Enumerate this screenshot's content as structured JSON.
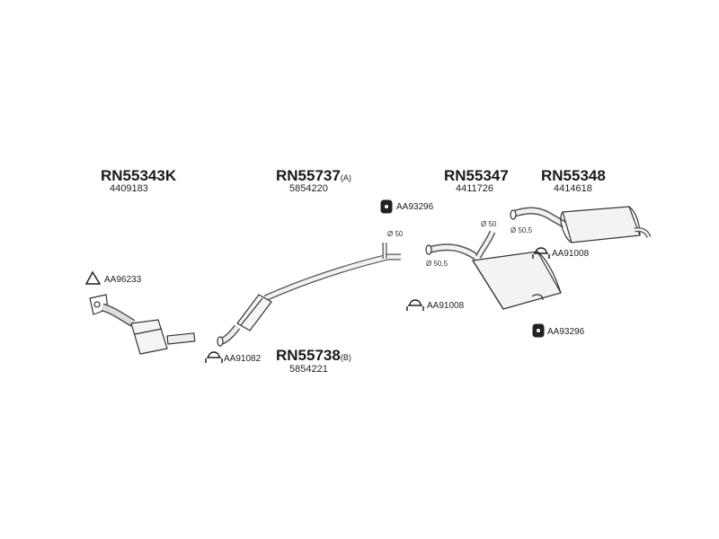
{
  "parts": {
    "cat": {
      "code": "RN55343K",
      "ref": "4409183"
    },
    "front_pipe": {
      "code": "RN55737",
      "variant": "(A)",
      "ref": "5854220"
    },
    "front_pipe_b": {
      "code": "RN55738",
      "variant": "(B)",
      "ref": "5854221"
    },
    "center_muffler": {
      "code": "RN55347",
      "ref": "4411726"
    },
    "rear_muffler": {
      "code": "RN55348",
      "ref": "4414618"
    }
  },
  "accessories": {
    "gasket_cat": "AA96233",
    "clamp_front": "AA91082",
    "rubber_top": "AA93296",
    "clamp_mid": "AA91008",
    "clamp_rear": "AA91008",
    "rubber_bottom": "AA93296"
  },
  "dimensions": {
    "d_front": "Ø 50",
    "d_mid_top": "Ø 50",
    "d_mid_bottom": "Ø 50,5",
    "d_rear": "Ø 50,5"
  }
}
